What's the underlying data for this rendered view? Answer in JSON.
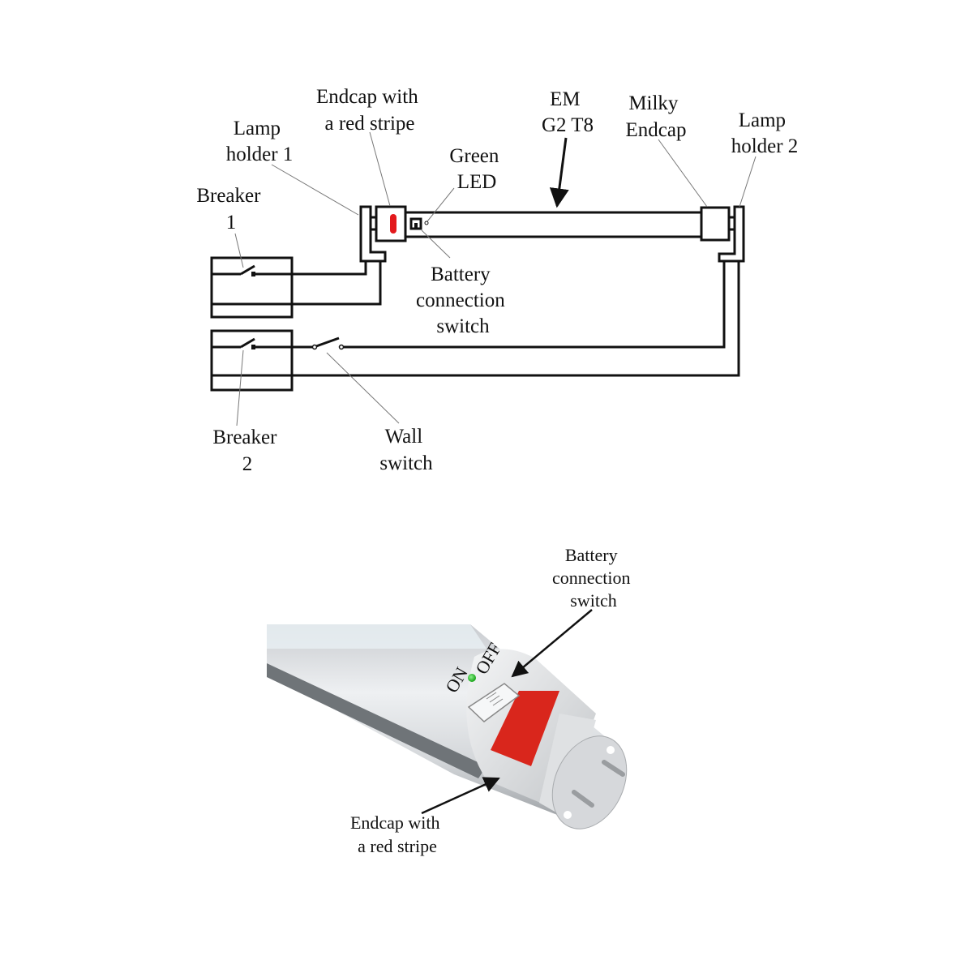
{
  "schematic": {
    "labels": {
      "endcap_red": [
        "Endcap with",
        "a red stripe"
      ],
      "lamp_holder_1": [
        "Lamp",
        "holder 1"
      ],
      "green_led": [
        "Green",
        "LED"
      ],
      "em_g2_t8": [
        "EM",
        "G2 T8"
      ],
      "milky_endcap": [
        "Milky",
        "Endcap"
      ],
      "lamp_holder_2": [
        "Lamp",
        "holder 2"
      ],
      "breaker_1": [
        "Breaker",
        "1"
      ],
      "battery_switch": [
        "Battery",
        "connection",
        "switch"
      ],
      "breaker_2": [
        "Breaker",
        "2"
      ],
      "wall_switch": [
        "Wall",
        "switch"
      ]
    },
    "colors": {
      "red_stripe": "#e3191c",
      "line": "#111111"
    }
  },
  "product_view": {
    "labels": {
      "battery_switch": [
        "Battery",
        "connection",
        "switch"
      ],
      "endcap_red": [
        "Endcap with",
        "a red stripe"
      ],
      "switch_on": "ON",
      "switch_off": "OFF"
    },
    "colors": {
      "red_stripe": "#d9261c",
      "led_green": "#22b022",
      "tube": "#dcdfe2"
    }
  }
}
